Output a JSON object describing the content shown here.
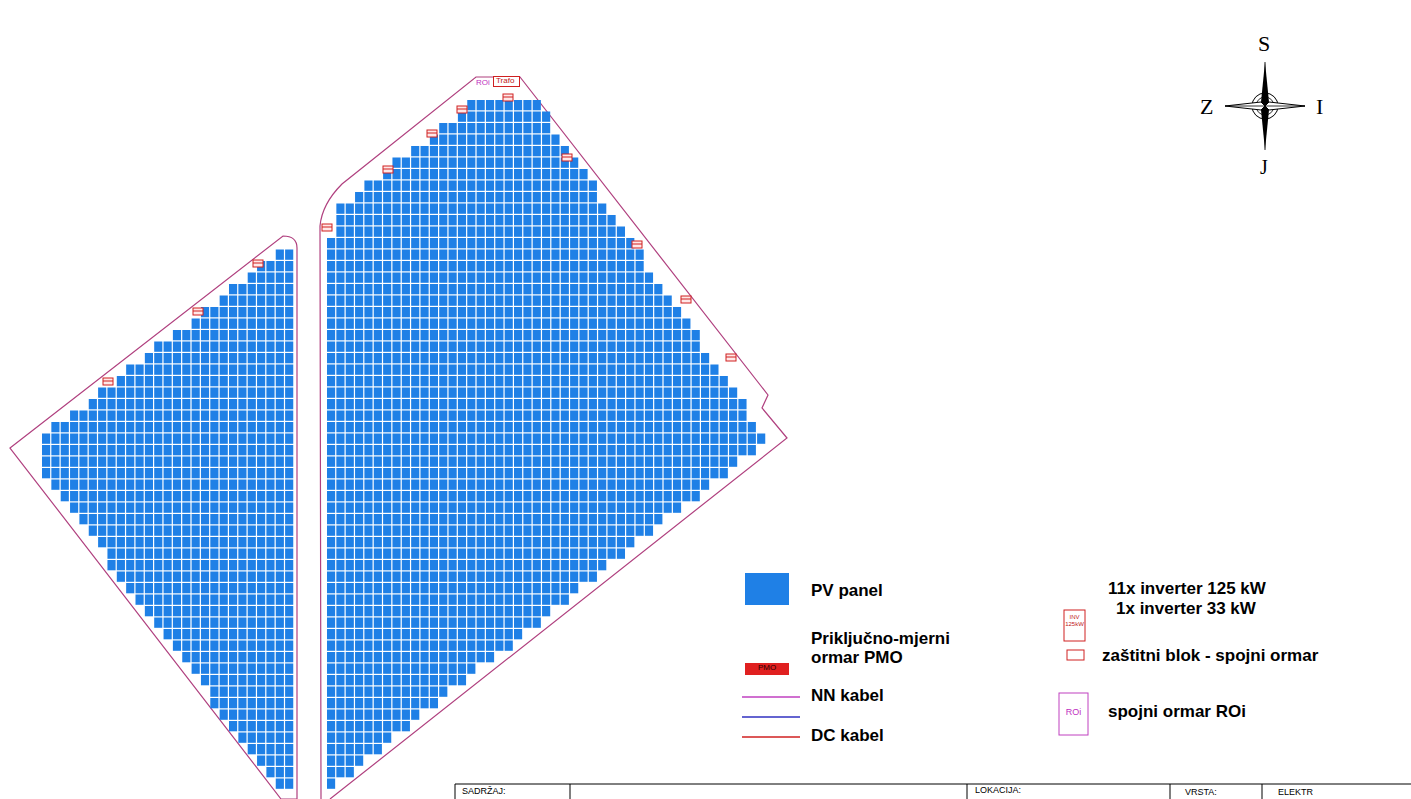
{
  "diagram": {
    "nodes": [
      {
        "text": [
          "ROi"
        ]
      },
      {
        "text": [
          "Trafo"
        ]
      }
    ],
    "labels": [
      "S",
      "Z",
      "I",
      "J",
      "PMO",
      "INV 125kW",
      "ROi",
      "SADRŽAJ:",
      "LOKACIJA:",
      "VRSTA:",
      "ELEKTR"
    ],
    "legend": [
      {
        "text": "PV panel",
        "color": "#1f80e6"
      },
      {
        "text": "Priključno-mjerni ormar PMO"
      },
      {
        "text": "NN kabel"
      },
      {
        "text": "DC kabel"
      },
      {
        "text": "11x inverter 125 kW"
      },
      {
        "text": "1x inverter 33 kW"
      },
      {
        "text": "zaštitni blok - spojni ormar"
      },
      {
        "text": "spojni ormar ROi"
      }
    ]
  }
}
